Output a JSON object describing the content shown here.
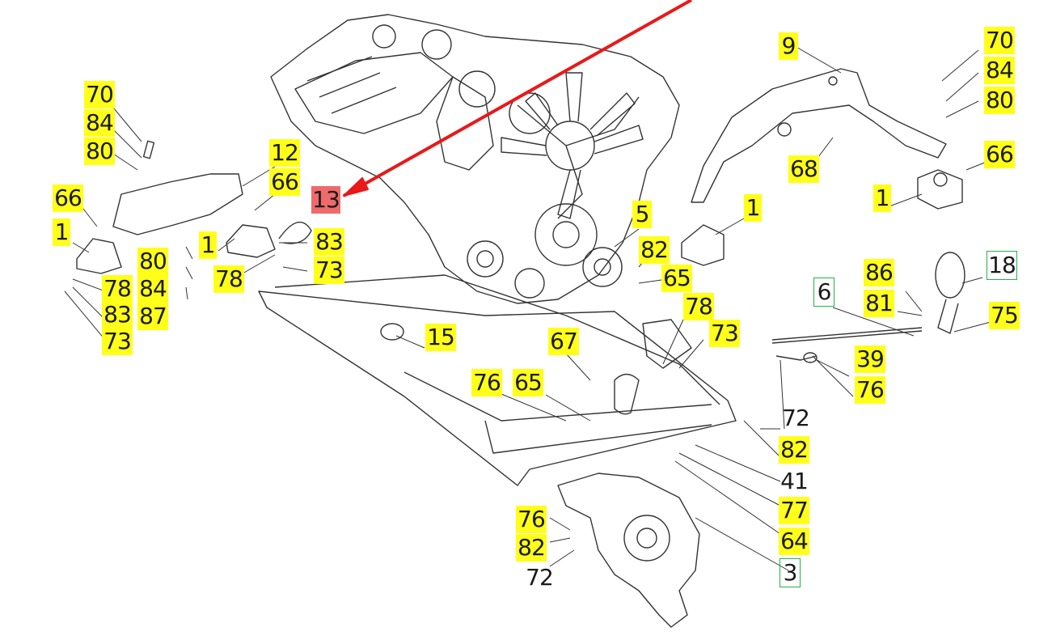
{
  "colors": {
    "highlight": "#ffff1a",
    "selected": "#ef6a6a",
    "outline_green": "#22b14c",
    "arrow": "#e8191a",
    "line": "#333333"
  },
  "callouts": {
    "left_70": "70",
    "left_84": "84",
    "left_80": "80",
    "left_66": "66",
    "left_1": "1",
    "left_78": "78",
    "left_83": "83",
    "left_73": "73",
    "mid_12": "12",
    "mid_66": "66",
    "mid_1": "1",
    "mid_80": "80",
    "mid_84": "84",
    "mid_87": "87",
    "mid_78": "78",
    "mid_83": "83",
    "mid_73": "73",
    "selected_13": "13",
    "center_5": "5",
    "center_1": "1",
    "center_82": "82",
    "center_65": "65",
    "center_15": "15",
    "frame_67": "67",
    "frame_76": "76",
    "frame_65": "65",
    "frame_78": "78",
    "frame_73": "73",
    "right_9": "9",
    "right_68": "68",
    "right_70": "70",
    "right_84": "84",
    "right_80": "80",
    "right_66": "66",
    "right_1": "1",
    "tens_6": "6",
    "tens_18": "18",
    "tens_86": "86",
    "tens_81": "81",
    "tens_75": "75",
    "tens_39": "39",
    "tens_76": "76",
    "tens_72": "72",
    "tens_82": "82",
    "tens_41": "41",
    "tens_77": "77",
    "tens_64": "64",
    "fan_3": "3",
    "fan_76": "76",
    "fan_82": "82",
    "fan_72": "72"
  }
}
